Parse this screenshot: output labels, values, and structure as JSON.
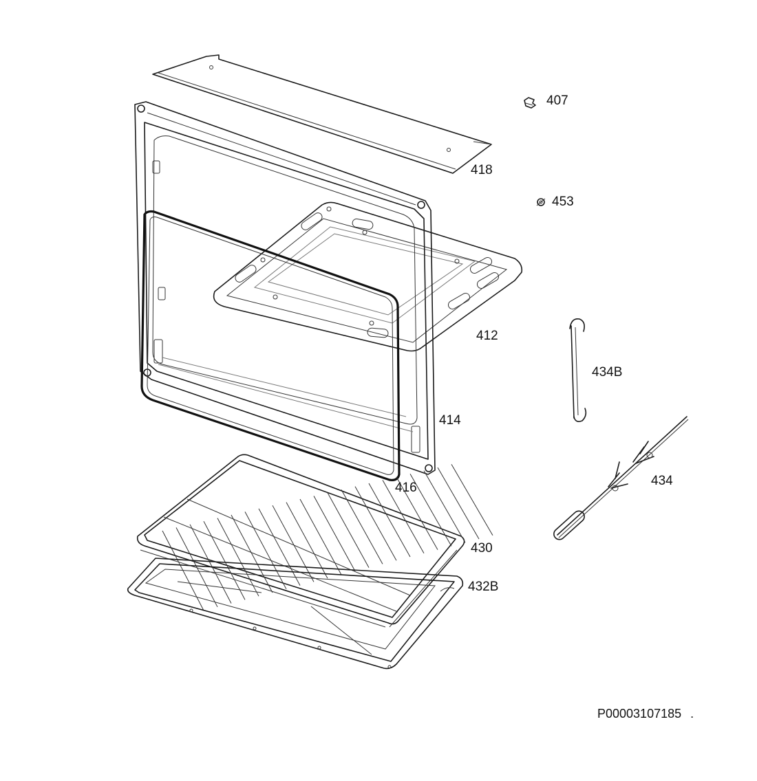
{
  "diagram": {
    "callouts": {
      "p407": "407",
      "p418": "418",
      "p453": "453",
      "p412": "412",
      "p434B": "434B",
      "p414": "414",
      "p434": "434",
      "p416": "416",
      "p430": "430",
      "p432B": "432B"
    },
    "document_code": "P00003107185",
    "trailing_mark": "."
  }
}
